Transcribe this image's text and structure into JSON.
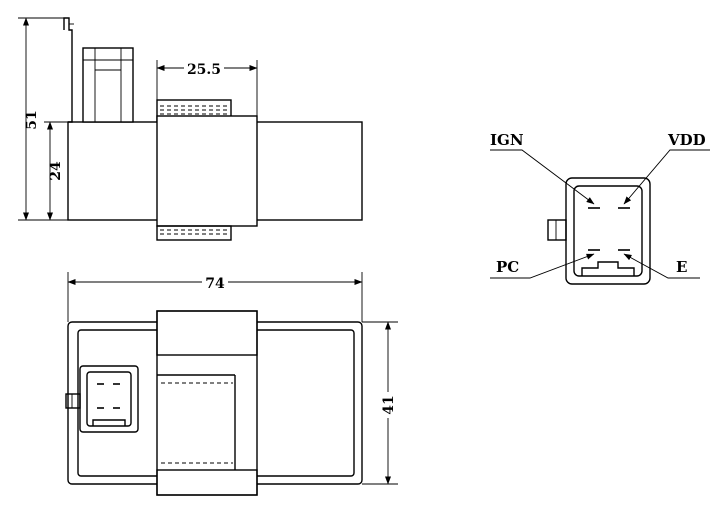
{
  "dimensions": {
    "overall_height": "51",
    "body_height": "24",
    "clip_width": "25.5",
    "overall_length": "74",
    "body_width": "41"
  },
  "connector_pins": {
    "top_left": "IGN",
    "top_right": "VDD",
    "bottom_left": "PC",
    "bottom_right": "E"
  }
}
